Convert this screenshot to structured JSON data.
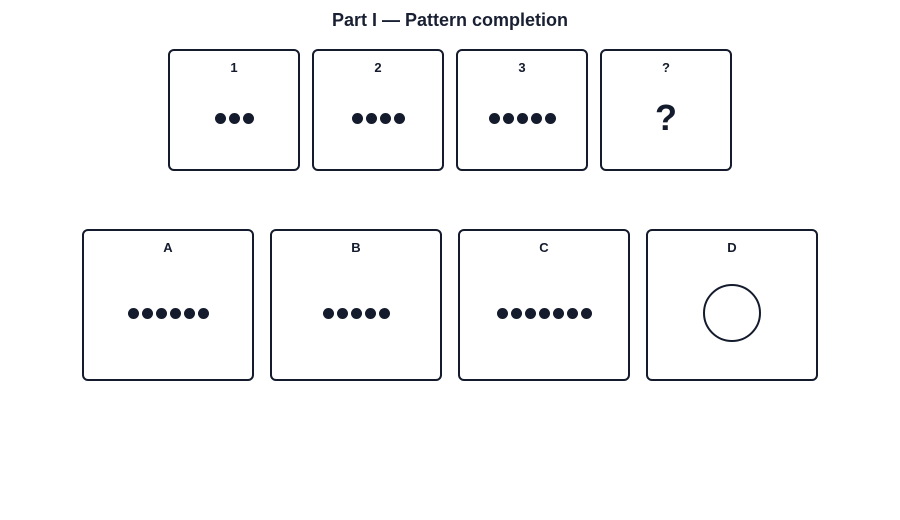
{
  "title": "Part I — Pattern completion",
  "sequence": [
    {
      "label": "1",
      "content": "dots",
      "count": 3
    },
    {
      "label": "2",
      "content": "dots",
      "count": 4
    },
    {
      "label": "3",
      "content": "dots",
      "count": 5
    },
    {
      "label": "?",
      "content": "question",
      "symbol": "?"
    }
  ],
  "options": [
    {
      "label": "A",
      "content": "dots",
      "count": 6
    },
    {
      "label": "B",
      "content": "dots",
      "count": 5
    },
    {
      "label": "C",
      "content": "dots",
      "count": 7
    },
    {
      "label": "D",
      "content": "circle"
    }
  ],
  "colors": {
    "ink": "#141b2d",
    "background": "#ffffff"
  }
}
